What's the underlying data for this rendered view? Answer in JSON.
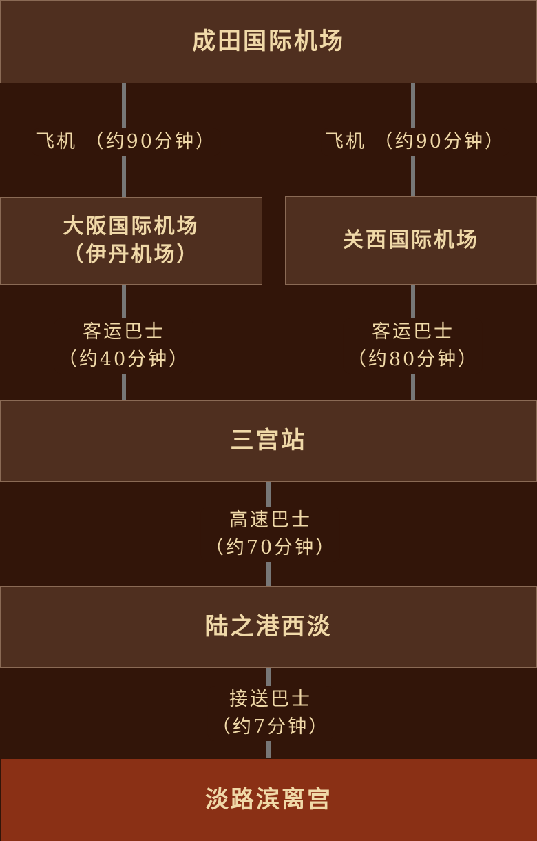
{
  "nodes": {
    "narita": "成田国际机场",
    "itami_1": "大阪国际机场",
    "itami_2": "（伊丹机场）",
    "kansai": "关西国际机场",
    "sannomiya": "三宫站",
    "rikunominato": "陆之港西淡",
    "destination": "淡路滨离宫"
  },
  "edges": {
    "narita_itami": "飞机 （约90分钟）",
    "narita_kansai": "飞机 （约90分钟）",
    "itami_sannomiya_mode": "客运巴士",
    "itami_sannomiya_time": "（约40分钟）",
    "kansai_sannomiya_mode": "客运巴士",
    "kansai_sannomiya_time": "（约80分钟）",
    "sannomiya_riku_mode": "高速巴士",
    "sannomiya_riku_time": "（约70分钟）",
    "riku_dest_mode": "接送巴士",
    "riku_dest_time": "（约7分钟）"
  },
  "colors": {
    "background": "#321509",
    "node": "#4f2f1f",
    "destination": "#8a3015",
    "text": "#f0d9a8",
    "connector": "#777777"
  }
}
